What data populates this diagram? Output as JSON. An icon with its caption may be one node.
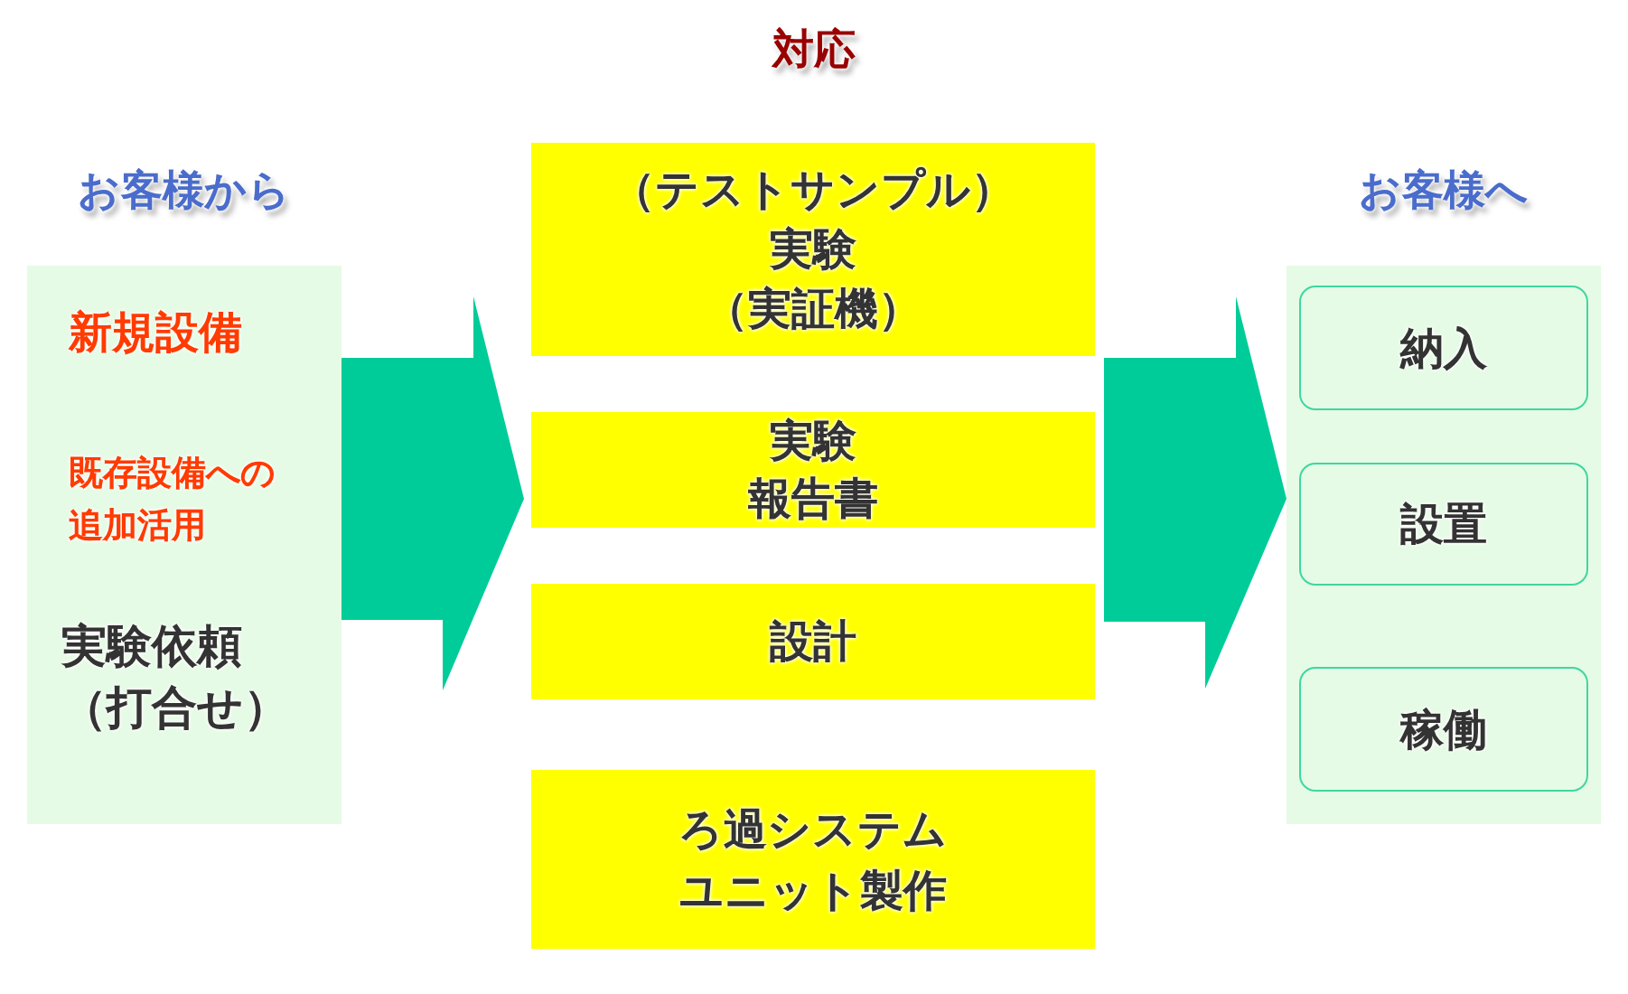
{
  "diagram": {
    "title": "対応",
    "nodes": [
      {
        "text": [
          "お客様から",
          "新規設備",
          "既存設備への追加活用",
          "実験依頼（打合せ）"
        ]
      },
      {
        "text": [
          "（テストサンプル）実験（実証機）"
        ]
      },
      {
        "text": [
          "実験報告書"
        ]
      },
      {
        "text": [
          "設計"
        ]
      },
      {
        "text": [
          "ろ過システムユニット製作"
        ]
      },
      {
        "text": [
          "お客様へ"
        ]
      },
      {
        "text": [
          "納入"
        ],
        "in": 5
      },
      {
        "text": [
          "設置"
        ],
        "in": 5
      },
      {
        "text": [
          "稼働"
        ],
        "in": 5
      }
    ],
    "edges": [
      {
        "from": 0,
        "to": 2,
        "arrow": "to"
      },
      {
        "from": 2,
        "to": 5,
        "arrow": "to"
      }
    ]
  }
}
